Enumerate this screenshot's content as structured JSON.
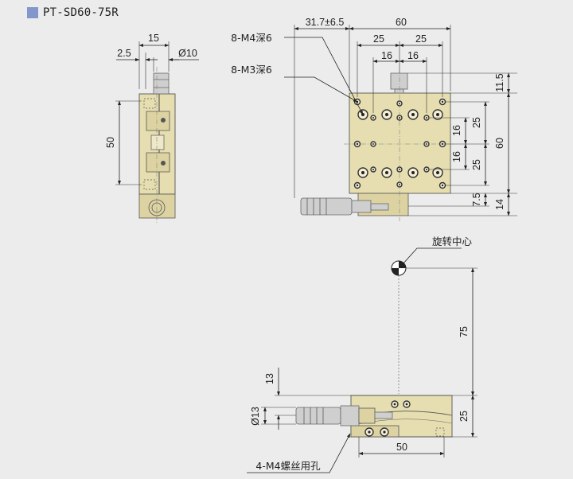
{
  "title": "PT-SD60-75R",
  "colors": {
    "title_square": "#8397cc",
    "background": "#ececec",
    "stage_body": "#e6deb0",
    "micrometer": "#cfcfcf"
  },
  "front_view": {
    "dim_15": "15",
    "dim_2_5": "2.5",
    "dim_phi10": "Ø10",
    "dim_50": "50"
  },
  "top_view": {
    "label_m4": "8-M4深6",
    "label_m3": "8-M3深6",
    "dim_travel": "31.7±6.5",
    "dim_60_top": "60",
    "dim_25_left": "25",
    "dim_25_right": "25",
    "dim_16_left": "16",
    "dim_16_right": "16",
    "dim_11_5": "11.5",
    "dim_25_upper": "25",
    "dim_16_upper": "16",
    "dim_60_right": "60",
    "dim_16_lower": "16",
    "dim_25_lower": "25",
    "dim_7_5": "7.5",
    "dim_14": "14"
  },
  "side_view": {
    "label_rotation_center": "旋转中心",
    "dim_75": "75",
    "dim_13": "13",
    "dim_phi13": "Ø13",
    "dim_25": "25",
    "dim_50": "50",
    "label_mount_holes": "4-M4螺丝用孔"
  }
}
